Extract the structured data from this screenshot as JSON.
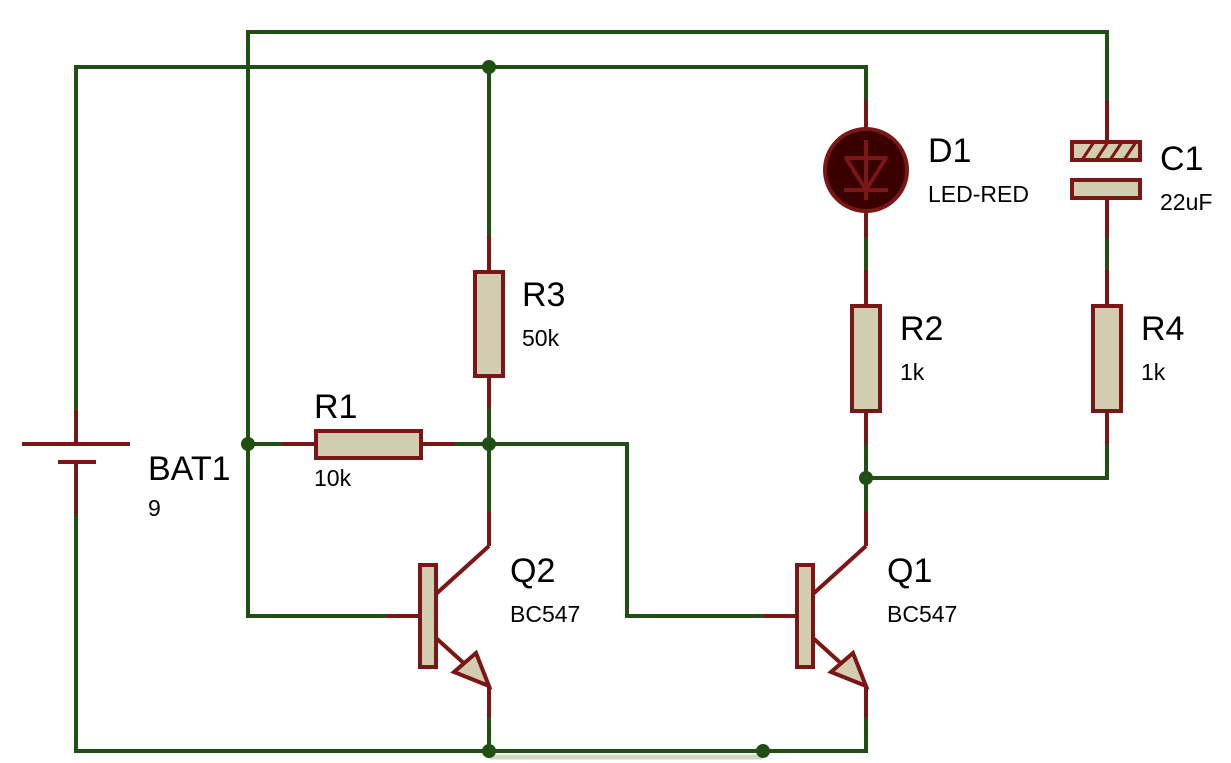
{
  "colors": {
    "wire": "#1f4f12",
    "component_outline": "#7a1616",
    "component_fill": "#d2cdb0",
    "led_body": "#3a0000",
    "background": "#ffffff"
  },
  "components": {
    "bat1": {
      "ref": "BAT1",
      "value": "9"
    },
    "r1": {
      "ref": "R1",
      "value": "10k"
    },
    "r2": {
      "ref": "R2",
      "value": "1k"
    },
    "r3": {
      "ref": "R3",
      "value": "50k"
    },
    "r4": {
      "ref": "R4",
      "value": "1k"
    },
    "d1": {
      "ref": "D1",
      "value": "LED-RED"
    },
    "c1": {
      "ref": "C1",
      "value": "22uF"
    },
    "q1": {
      "ref": "Q1",
      "value": "BC547"
    },
    "q2": {
      "ref": "Q2",
      "value": "BC547"
    }
  }
}
